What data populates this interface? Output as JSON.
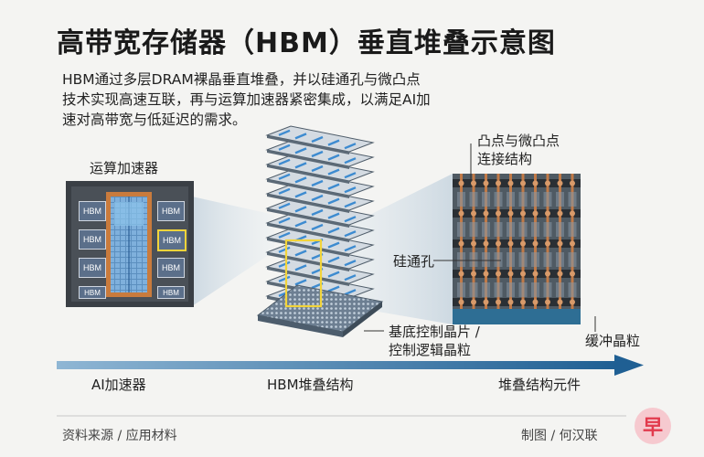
{
  "title": "高带宽存储器（HBM）垂直堆叠示意图",
  "description": [
    "HBM通过多层DRAM裸晶垂直堆叠，并以硅通孔与微凸点",
    "技术实现高速互联，再与运算加速器紧密集成，以满足AI加",
    "速对高带宽与低延迟的需求。"
  ],
  "accelerator": {
    "label": "运算加速器",
    "hbm_chip_label": "HBM",
    "hbm_left": [
      "HBM",
      "HBM",
      "HBM",
      "HBM"
    ],
    "hbm_right": [
      "HBM",
      "HBM",
      "HBM",
      "HBM"
    ]
  },
  "labels": {
    "bumps": [
      "凸点与微凸点",
      "连接结构"
    ],
    "tsv": "硅通孔",
    "base_die": [
      "基底控制晶片 /",
      "控制逻辑晶粒"
    ],
    "buffer": "缓冲晶粒"
  },
  "axis": {
    "left": "AI加速器",
    "middle": "HBM堆叠结构",
    "right": "堆叠结构元件"
  },
  "footer": {
    "source": "资料来源 / 应用材料",
    "credit": "制图 / 何汉联",
    "logo_char": "早"
  },
  "colors": {
    "accent_yellow": "#f2d43a",
    "copper": "#c27a47",
    "chip_blue": "#5b6f8a",
    "arrow_blue": "#2b6c9f"
  }
}
